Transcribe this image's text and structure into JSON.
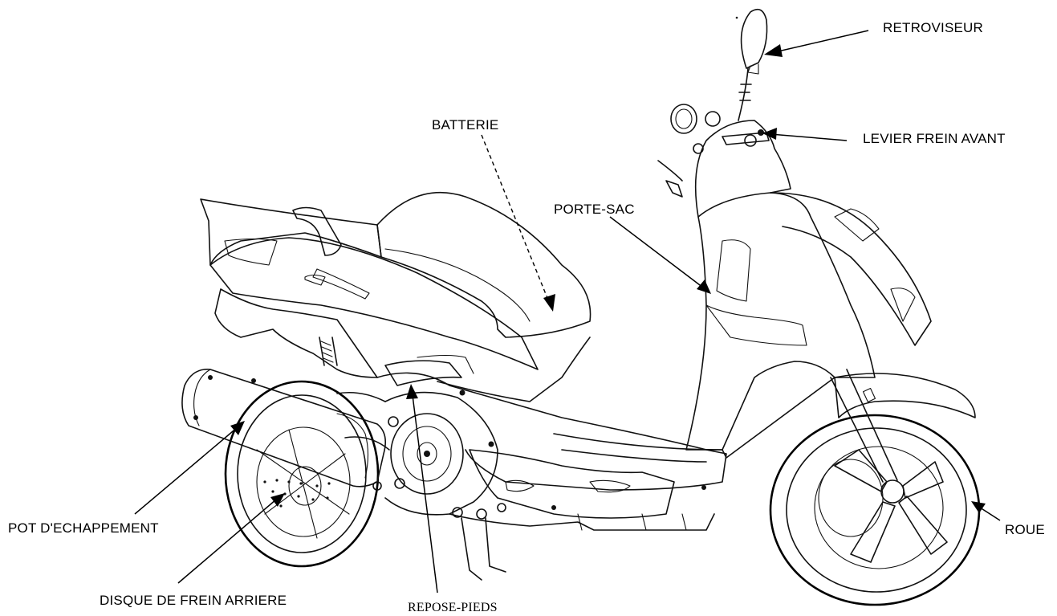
{
  "labels": {
    "retroviseur": "RETROVISEUR",
    "levier_frein_avant": "LEVIER FREIN AVANT",
    "batterie": "BATTERIE",
    "porte_sac": "PORTE-SAC",
    "pot_echappement": "POT D'ECHAPPEMENT",
    "disque_frein_arriere": "DISQUE DE FREIN ARRIERE",
    "repose_pieds": "REPOSE-PIEDS",
    "roue": "ROUE"
  },
  "illustration": {
    "subject": "scooter-side-view"
  }
}
